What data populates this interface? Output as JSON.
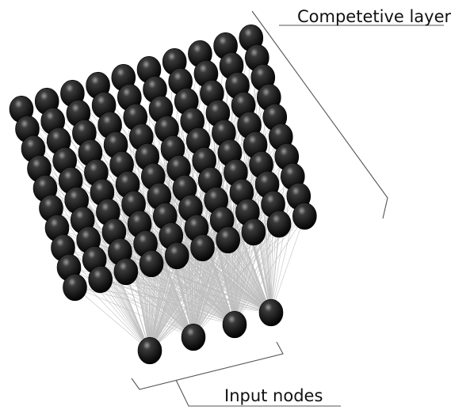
{
  "labels": {
    "competitive_layer": "Competetive layer",
    "input_nodes": "Input nodes"
  },
  "colors": {
    "node": "#141414",
    "node_highlight": "#8a8a8a",
    "connection": "#bdbdbd",
    "bracket": "#555555"
  },
  "network": {
    "competitive_node_count": 100,
    "input_node_count": 4
  }
}
